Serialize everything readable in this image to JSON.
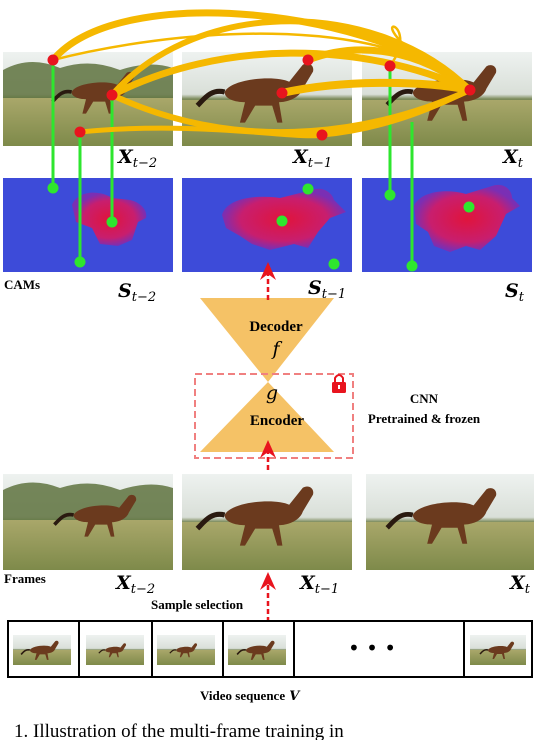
{
  "frame_labels": {
    "top_left": {
      "base": "X",
      "sub": "t−2"
    },
    "top_mid": {
      "base": "X",
      "sub": "t−1"
    },
    "top_right": {
      "base": "X",
      "sub": "t"
    },
    "bottom_left": {
      "base": "X",
      "sub": "t−2"
    },
    "bottom_mid": {
      "base": "X",
      "sub": "t−1"
    },
    "bottom_right": {
      "base": "X",
      "sub": "t"
    }
  },
  "cam_labels": {
    "left": {
      "base": "S",
      "sub": "t−2"
    },
    "mid": {
      "base": "S",
      "sub": "t−1"
    },
    "right": {
      "base": "S",
      "sub": "t"
    }
  },
  "text": {
    "cams": "CAMs",
    "decoder": "Decoder",
    "decoder_symbol": "f",
    "encoder": "Encoder",
    "encoder_symbol": "g",
    "cnn": "CNN",
    "cnn_sub": "Pretrained & frozen",
    "frames": "Frames",
    "sample_selection": "Sample selection",
    "video_sequence": "Video sequence",
    "video_symbol": "V",
    "dots": "• • •",
    "caption_fragment": "1.  Illustration of the multi-frame training in"
  },
  "colors": {
    "link": "#f5b800",
    "red_point": "#e8141e",
    "green_point": "#2ee62e",
    "cam_bg": "#3d4bd9",
    "cam_fg": "#e0143c",
    "hourglass": "#f5c266",
    "arrow": "#e8141e",
    "lock_box": "#f08080"
  }
}
